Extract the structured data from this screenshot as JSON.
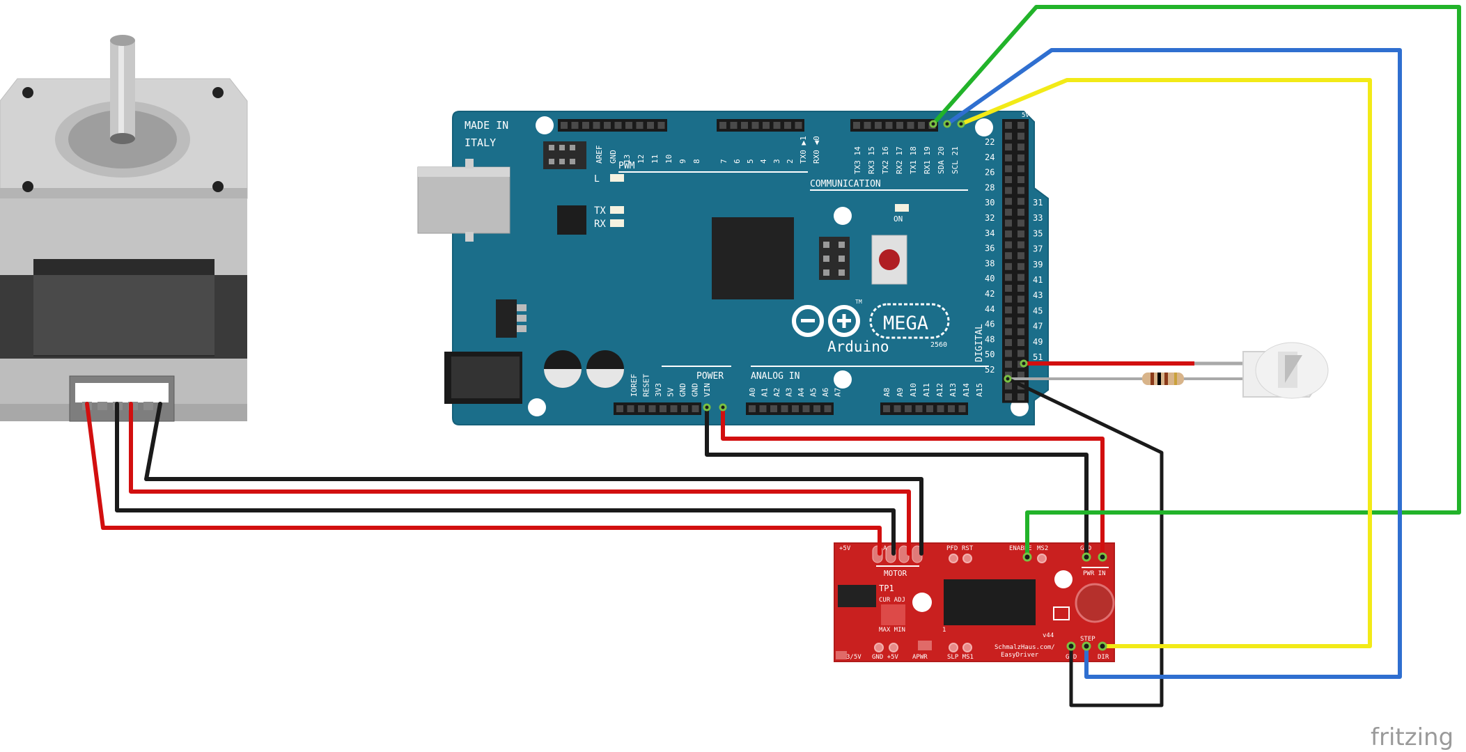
{
  "arduino": {
    "made_in": "MADE IN",
    "italy": "ITALY",
    "brand": "Arduino",
    "model": "MEGA",
    "tm": "TM",
    "rev": "2560",
    "pwm": "PWM",
    "communication": "COMMUNICATION",
    "power": "POWER",
    "analog_in": "ANALOG IN",
    "digital": "DIGITAL",
    "tx": "TX",
    "rx": "RX",
    "l": "L",
    "on": "ON",
    "top_pins_left": [
      "AREF",
      "GND",
      "13",
      "12",
      "11",
      "10",
      "9",
      "8"
    ],
    "top_pins_mid": [
      "7",
      "6",
      "5",
      "4",
      "3",
      "2",
      "TX0 ▶1",
      "RX0 ◀0"
    ],
    "top_pins_comm": [
      "TX3 14",
      "RX3 15",
      "TX2 16",
      "RX2 17",
      "TX1 18",
      "RX1 19",
      "SDA 20",
      "SCL 21"
    ],
    "power_pins": [
      "IOREF",
      "RESET",
      "3V3",
      "5V",
      "GND",
      "GND",
      "VIN"
    ],
    "analog_pins": [
      "A0",
      "A1",
      "A2",
      "A3",
      "A4",
      "A5",
      "A6",
      "A7",
      "A8",
      "A9",
      "A10",
      "A11",
      "A12",
      "A13",
      "A14",
      "A15"
    ],
    "digital_left": [
      "22",
      "24",
      "26",
      "28",
      "30",
      "32",
      "34",
      "36",
      "38",
      "40",
      "42",
      "44",
      "46",
      "48",
      "50",
      "52"
    ],
    "digital_right": [
      "31",
      "33",
      "35",
      "37",
      "39",
      "41",
      "43",
      "45",
      "47",
      "49",
      "51"
    ],
    "five_v": "5V"
  },
  "driver": {
    "motor": "MOTOR",
    "plus5v_top": "+5V",
    "a_label": "A",
    "pfd": "PFD",
    "rst": "RST",
    "enable": "ENABLE",
    "ms2": "MS2",
    "gnd_top": "GND",
    "pwr_in": "PWR IN",
    "tp1": "TP1",
    "cur_adj": "CUR  ADJ",
    "max_min": "MAX  MIN",
    "one": "1",
    "version": "v44",
    "brand1": "SchmalzHaus.com/",
    "brand2": "EasyDriver",
    "step": "STEP",
    "gnd_bottom": "GND",
    "dir": "DIR",
    "v35": "3/5V",
    "gnd_5v": "GND +5V",
    "apwr": "APWR",
    "slp_ms1": "SLP MS1"
  },
  "watermark": "fritzing",
  "colors": {
    "board_teal": "#1b6e8a",
    "driver_red": "#c9201f",
    "wire_red": "#d20f0f",
    "wire_black": "#1a1a1a",
    "wire_green": "#22b32a",
    "wire_blue": "#2f6fd0",
    "wire_yellow": "#f2ea17"
  }
}
